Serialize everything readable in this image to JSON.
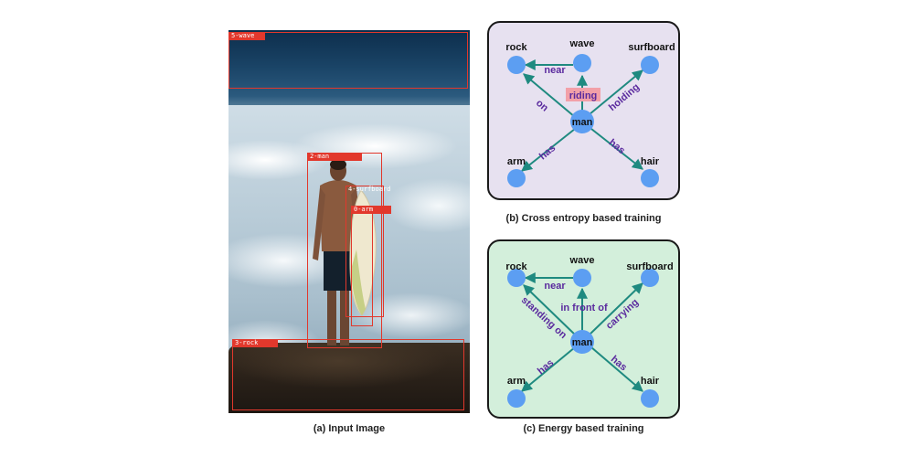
{
  "photo": {
    "boxes": [
      {
        "tag": "5-wave"
      },
      {
        "tag": "2-man"
      },
      {
        "tag": "4-surfboard"
      },
      {
        "tag": "0-arm"
      },
      {
        "tag": "3-rock"
      }
    ],
    "caption": "(a) Input Image"
  },
  "panel_b": {
    "caption": "(b) Cross entropy based training",
    "background": "#e7e1f0",
    "nodes": {
      "rock": "rock",
      "wave": "wave",
      "surfboard": "surfboard",
      "man": "man",
      "arm": "arm",
      "hair": "hair"
    },
    "edges": {
      "near": "near",
      "riding": "riding",
      "on": "on",
      "holding": "holding",
      "has_arm": "has",
      "has_hair": "has"
    },
    "highlight_color": "#f2a0a8"
  },
  "panel_c": {
    "caption": "(c) Energy based training",
    "background": "#d3efdb",
    "nodes": {
      "rock": "rock",
      "wave": "wave",
      "surfboard": "surfboard",
      "man": "man",
      "arm": "arm",
      "hair": "hair"
    },
    "edges": {
      "near": "near",
      "in_front_of": "in front of",
      "standing_on": "standing on",
      "carrying": "carrying",
      "has_arm": "has",
      "has_hair": "has"
    }
  },
  "colors": {
    "node": "#5c9ef2",
    "edge": "#1f8a80",
    "edge_label": "#5a2a9e",
    "bbox": "#e2382c"
  }
}
